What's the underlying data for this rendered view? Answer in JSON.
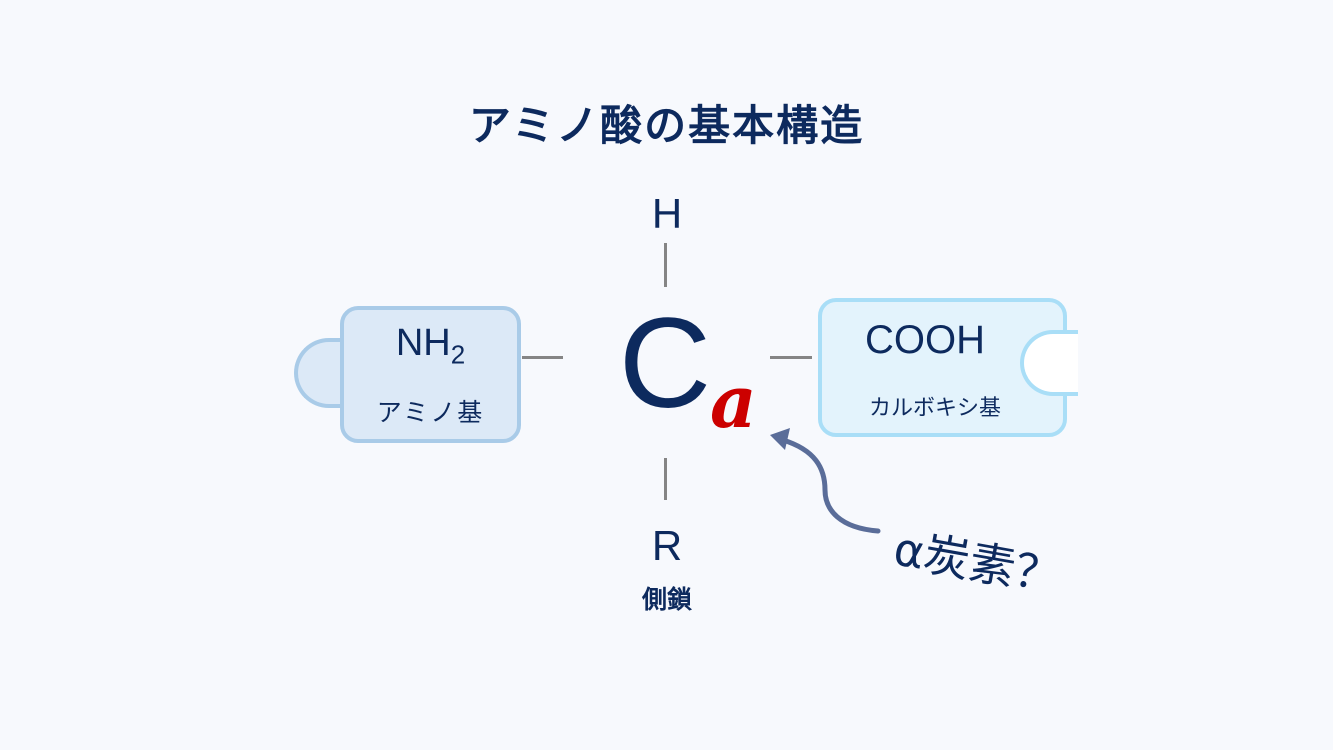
{
  "title": "アミノ酸の基本構造",
  "center": {
    "carbon": "C",
    "alpha": "a"
  },
  "top": {
    "atom": "H"
  },
  "left": {
    "formula_main": "NH",
    "formula_sub": "2",
    "label": "アミノ基"
  },
  "right": {
    "formula": "COOH",
    "label": "カルボキシ基"
  },
  "bottom": {
    "atom": "R",
    "label": "側鎖"
  },
  "annotation": {
    "text": "α炭素？"
  },
  "colors": {
    "text": "#0d2a5e",
    "alpha": "#cc0000",
    "arrow": "#5a6d99",
    "bond": "#858585"
  }
}
